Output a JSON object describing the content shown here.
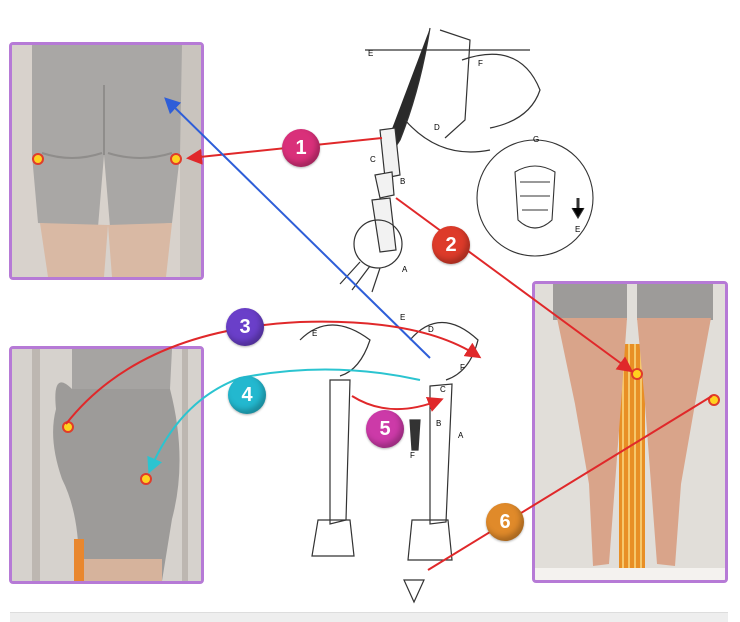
{
  "badges": [
    {
      "label": "1",
      "color": "#d9307a"
    },
    {
      "label": "2",
      "color": "#dd3b2a"
    },
    {
      "label": "3",
      "color": "#6a3fc9"
    },
    {
      "label": "4",
      "color": "#23b8cf"
    },
    {
      "label": "5",
      "color": "#cc3aa8"
    },
    {
      "label": "6",
      "color": "#e08a2a"
    }
  ],
  "anatomy_letters": {
    "top": [
      "E",
      "F",
      "D",
      "C",
      "B",
      "A"
    ],
    "inset": [
      "G",
      "E"
    ],
    "left_leg": [
      "E"
    ],
    "right_leg": [
      "E",
      "D",
      "F",
      "C",
      "B",
      "A",
      "F"
    ]
  },
  "colors": {
    "frame": "#b67ad6",
    "arrow_red": "#e0282a",
    "arrow_blue": "#2e5ed8",
    "arrow_cyan": "#2bc4d0",
    "marker_fill": "#ffd21f"
  }
}
